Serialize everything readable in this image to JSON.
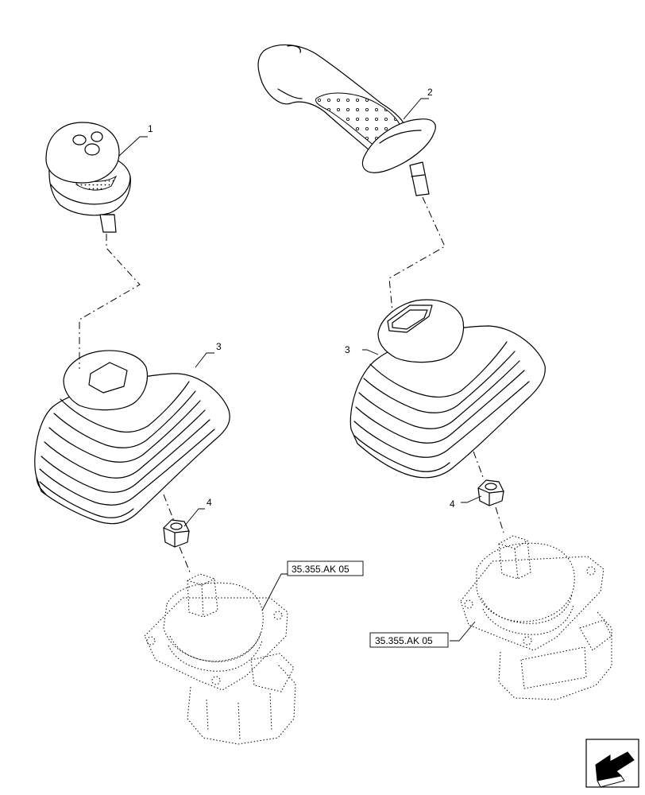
{
  "callouts": {
    "c1": "1",
    "c2": "2",
    "c3_left": "3",
    "c3_right": "3",
    "c4_left": "4",
    "c4_right": "4"
  },
  "references": {
    "left": "35.355.AK 05",
    "right": "35.355.AK 05"
  },
  "icons": {
    "nav": "arrow-icon"
  }
}
